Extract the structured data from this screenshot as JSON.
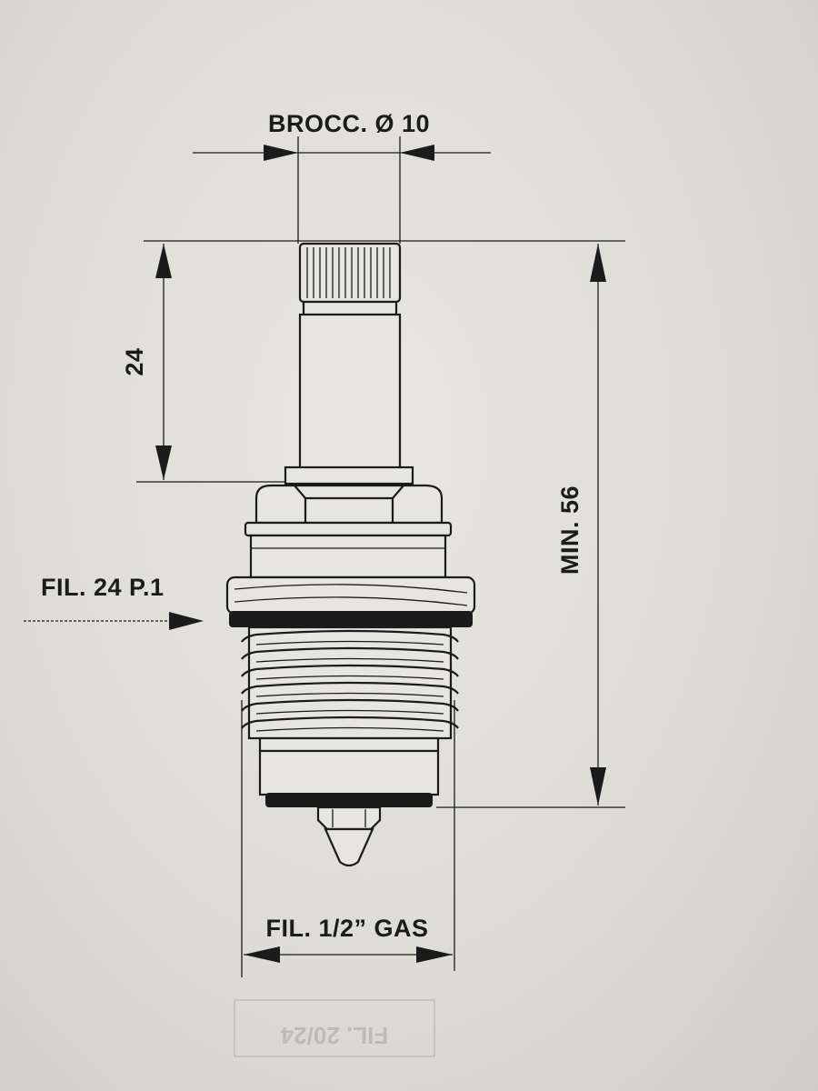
{
  "labels": {
    "broach": "BROCC. Ø 10",
    "spindle_height": "24",
    "min_length": "MIN. 56",
    "thread_spec": "FIL. 24 P.1",
    "body_thread": "FIL. 1/2” GAS",
    "ghost_text": "FIL. 20/24"
  }
}
